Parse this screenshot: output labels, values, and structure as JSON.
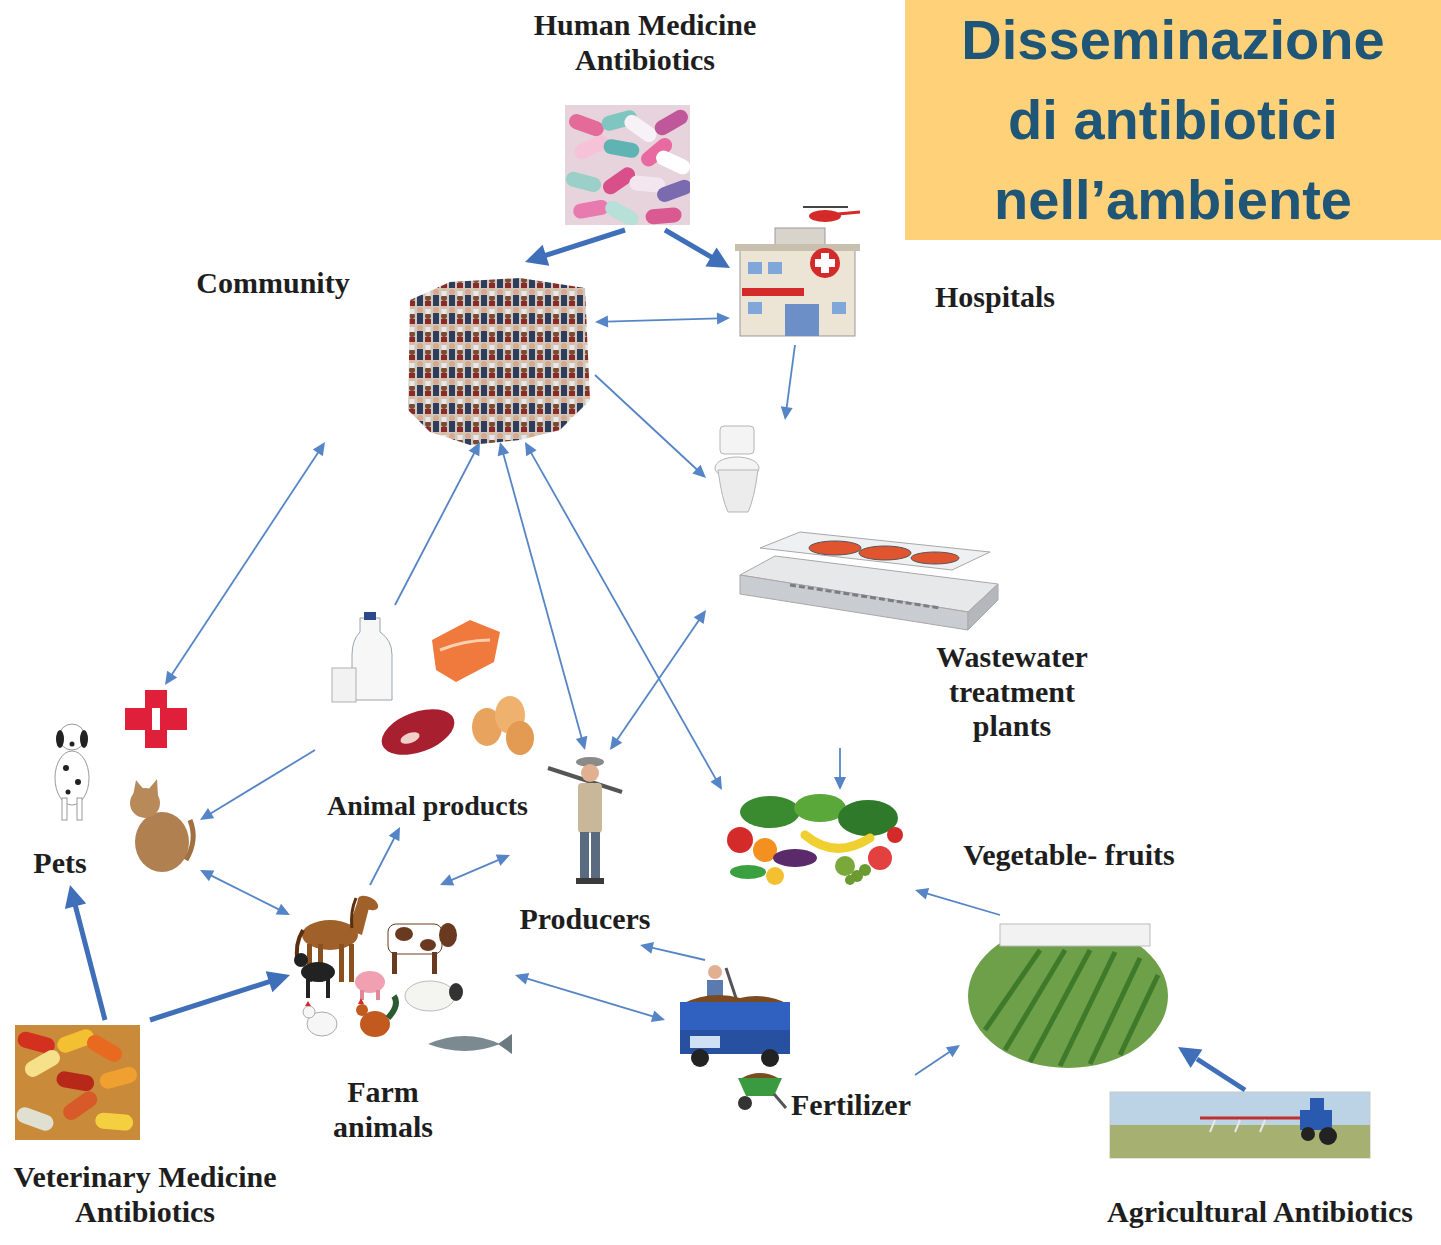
{
  "diagram": {
    "title": "Disseminazione di antibiotici nell’ambiente",
    "nodes": [
      {
        "text": [
          "Human Medicine Antibiotics"
        ]
      },
      {
        "text": [
          "Community"
        ]
      },
      {
        "text": [
          "Hospitals"
        ]
      },
      {
        "text": [
          "Wastewater treatment plants"
        ]
      },
      {
        "text": [
          "Animal products"
        ]
      },
      {
        "text": [
          "Pets"
        ]
      },
      {
        "text": [
          "Producers"
        ]
      },
      {
        "text": [
          "Vegetable- fruits"
        ]
      },
      {
        "text": [
          "Farm animals"
        ]
      },
      {
        "text": [
          "Fertilizer"
        ]
      },
      {
        "text": [
          "Agricultural Antibiotics"
        ]
      },
      {
        "text": [
          "Veterinary Medicine Antibiotics"
        ]
      }
    ],
    "edges": [
      {
        "from": 0,
        "to": 1,
        "arrow": "to"
      },
      {
        "from": 0,
        "to": 2,
        "arrow": "to"
      },
      {
        "from": 1,
        "to": 2,
        "arrow": "both"
      },
      {
        "from": 1,
        "to": 3,
        "arrow": "to"
      },
      {
        "from": 2,
        "to": 3,
        "arrow": "to"
      },
      {
        "from": 1,
        "to": 5,
        "arrow": "both"
      },
      {
        "from": 4,
        "to": 1,
        "arrow": "to"
      },
      {
        "from": 1,
        "to": 6,
        "arrow": "both"
      },
      {
        "from": 1,
        "to": 7,
        "arrow": "both"
      },
      {
        "from": 3,
        "to": 6,
        "arrow": "both"
      },
      {
        "from": 3,
        "to": 7,
        "arrow": "to"
      },
      {
        "from": 4,
        "to": 5,
        "arrow": "to"
      },
      {
        "from": 5,
        "to": 8,
        "arrow": "both"
      },
      {
        "from": 8,
        "to": 4,
        "arrow": "to"
      },
      {
        "from": 8,
        "to": 6,
        "arrow": "both"
      },
      {
        "from": 8,
        "to": 9,
        "arrow": "both"
      },
      {
        "from": 9,
        "to": 6,
        "arrow": "to"
      },
      {
        "from": 9,
        "to": 10,
        "arrow": "to"
      },
      {
        "from": 10,
        "to": 7,
        "arrow": "to"
      },
      {
        "from": 11,
        "to": 5,
        "arrow": "to"
      },
      {
        "from": 11,
        "to": 8,
        "arrow": "to"
      }
    ]
  }
}
